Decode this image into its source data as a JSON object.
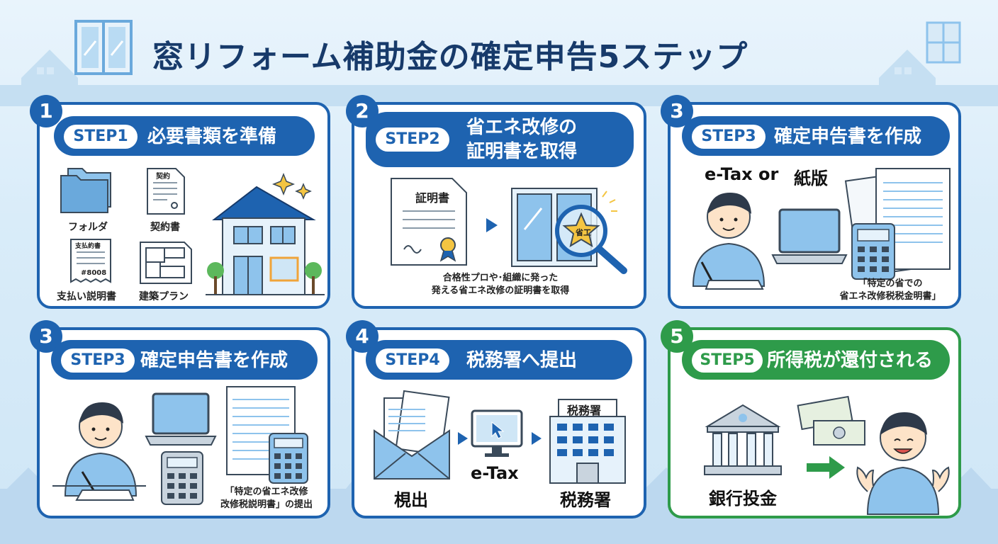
{
  "title": "窓リフォーム補助金の確定申告5ステップ",
  "colors": {
    "primary_blue": "#1e63b0",
    "green": "#2e9b4a",
    "navy_text": "#173a6a",
    "light_blue": "#8ec3ec"
  },
  "icons": [
    "window-icon",
    "folder-icon",
    "contract-doc-icon",
    "receipt-icon",
    "floor-plan-icon",
    "house-icon",
    "certificate-icon",
    "magnifier-icon",
    "person-icon",
    "laptop-icon",
    "calculator-icon",
    "tax-form-icon",
    "envelope-icon",
    "monitor-icon",
    "office-building-icon",
    "bank-icon",
    "banknotes-icon",
    "arrow-icon"
  ],
  "cards": [
    {
      "num": "1",
      "step": "STEP1",
      "title": "必要書類を準備",
      "labels": {
        "folder": "フォルダ",
        "contract": "契約書",
        "contract_doc": "契約",
        "receipt": "支払い説明書",
        "receipt_doc": "支払約書",
        "receipt_code": "#8008",
        "plan": "建築プラン"
      }
    },
    {
      "num": "2",
      "step": "STEP2",
      "title_l1": "省エネ改修の",
      "title_l2": "証明書を取得",
      "labels": {
        "certificate": "証明書",
        "badge": "省工",
        "note_l1": "合格性プロや･組織に発った",
        "note_l2": "発える省エネ改修の証明書を取得"
      }
    },
    {
      "num": "3",
      "step": "STEP3",
      "title": "確定申告書を作成",
      "labels": {
        "etax": "e-Tax or ",
        "paper": "紙版",
        "note_l1": "「特定の省での",
        "note_l2": "省エネ改修税税金明書」"
      }
    },
    {
      "num": "3",
      "step": "STEP3",
      "title": "確定申告書を作成",
      "labels": {
        "note_l1": "「特定の省エネ改修",
        "note_l2": "改修税説明書」の提出"
      }
    },
    {
      "num": "4",
      "step": "STEP4",
      "title": "税務署へ提出",
      "labels": {
        "submit": "梘出",
        "etax": "e-Tax",
        "office_sign": "税務署",
        "office": "税務署"
      }
    },
    {
      "num": "5",
      "step": "STEP5",
      "title": "所得税が還付される",
      "labels": {
        "bank": "銀行投金"
      }
    }
  ]
}
